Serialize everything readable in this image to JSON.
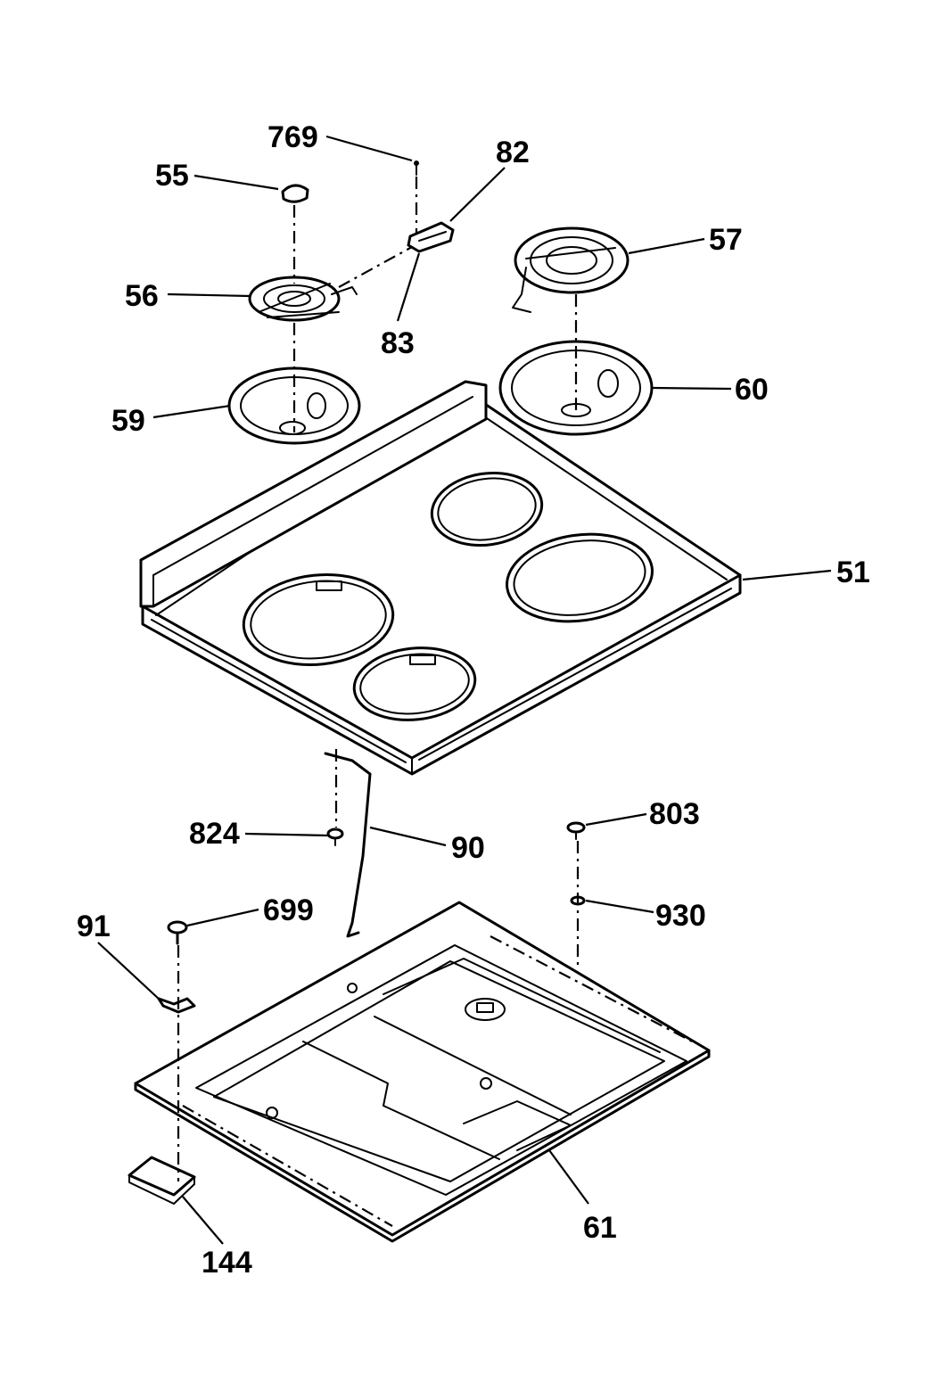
{
  "diagram": {
    "labels": {
      "p769": "769",
      "p82": "82",
      "p55": "55",
      "p57": "57",
      "p56": "56",
      "p83": "83",
      "p59": "59",
      "p60": "60",
      "p51": "51",
      "p803": "803",
      "p824": "824",
      "p90": "90",
      "p930": "930",
      "p91": "91",
      "p699": "699",
      "p61": "61",
      "p144": "144"
    }
  }
}
